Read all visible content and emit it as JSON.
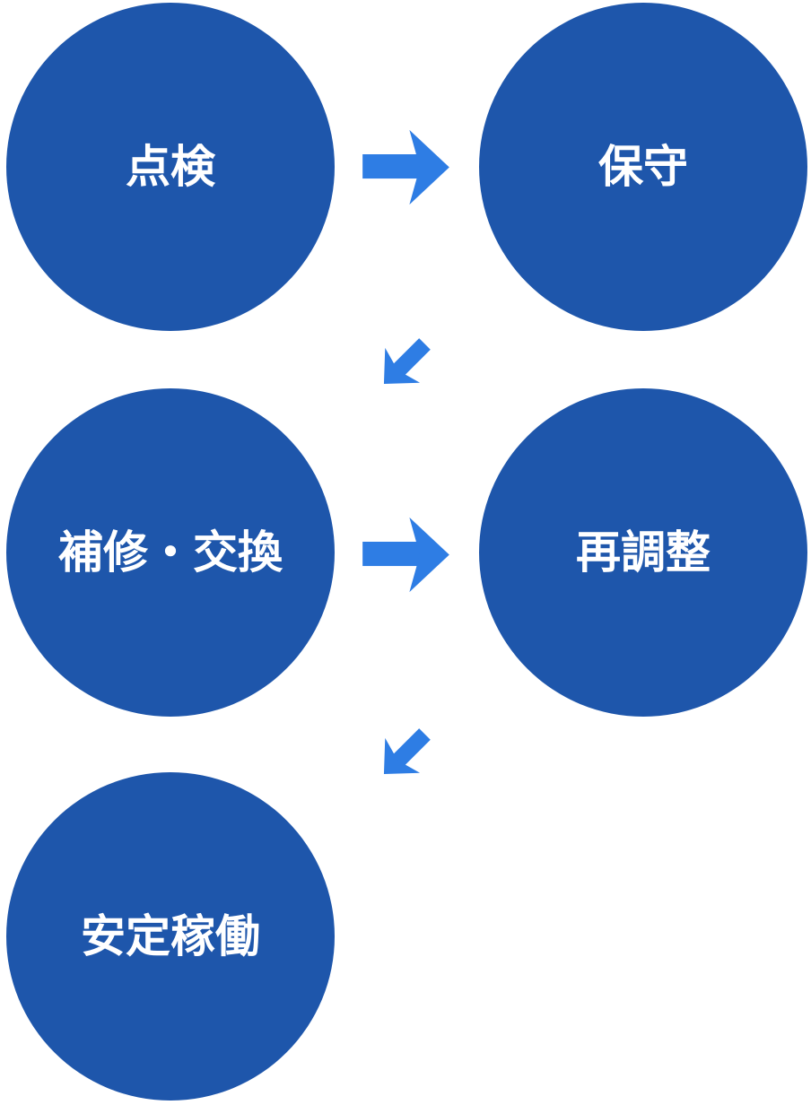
{
  "diagram": {
    "type": "process-flow",
    "nodes": [
      {
        "id": "inspection",
        "label": "点検"
      },
      {
        "id": "maintenance",
        "label": "保守"
      },
      {
        "id": "repair-replacement",
        "label": "補修・交換"
      },
      {
        "id": "readjustment",
        "label": "再調整"
      },
      {
        "id": "stable-operation",
        "label": "安定稼働"
      }
    ],
    "connections": [
      {
        "from": "点検",
        "to": "保守",
        "direction": "right"
      },
      {
        "from": "保守",
        "to": "補修・交換",
        "direction": "down-left"
      },
      {
        "from": "補修・交換",
        "to": "再調整",
        "direction": "right"
      },
      {
        "from": "再調整",
        "to": "安定稼働",
        "direction": "down-left"
      }
    ],
    "colors": {
      "node_fill": "#1e56ab",
      "arrow": "#2e7de4",
      "label_text": "#ffffff",
      "background": "#ffffff"
    }
  }
}
